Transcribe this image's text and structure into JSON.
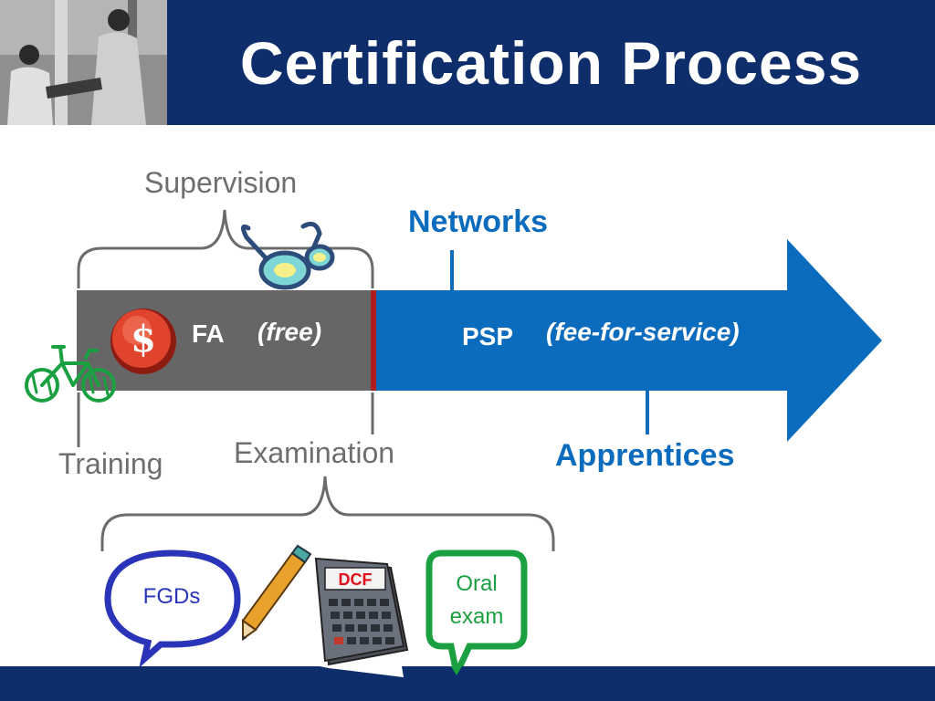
{
  "title": "Certification Process",
  "labels": {
    "supervision": "Supervision",
    "networks": "Networks",
    "training": "Training",
    "examination": "Examination",
    "apprentices": "Apprentices"
  },
  "bar": {
    "fa_label": "FA",
    "fa_note": "(free)",
    "psp_label": "PSP",
    "psp_note": "(fee-for-service)"
  },
  "icons": {
    "dollar": "$",
    "calculator_display": "DCF"
  },
  "bubbles": {
    "fgds": "FGDs",
    "oral_line1": "Oral",
    "oral_line2": "exam"
  },
  "colors": {
    "header": "#0e2d6b",
    "arrow_blue": "#0b6bbd",
    "gray_bar": "#666666",
    "divider_red": "#b01f1f",
    "bike_green": "#1aa040",
    "fgds_blue": "#2a34b8",
    "oral_green": "#1aa040"
  }
}
